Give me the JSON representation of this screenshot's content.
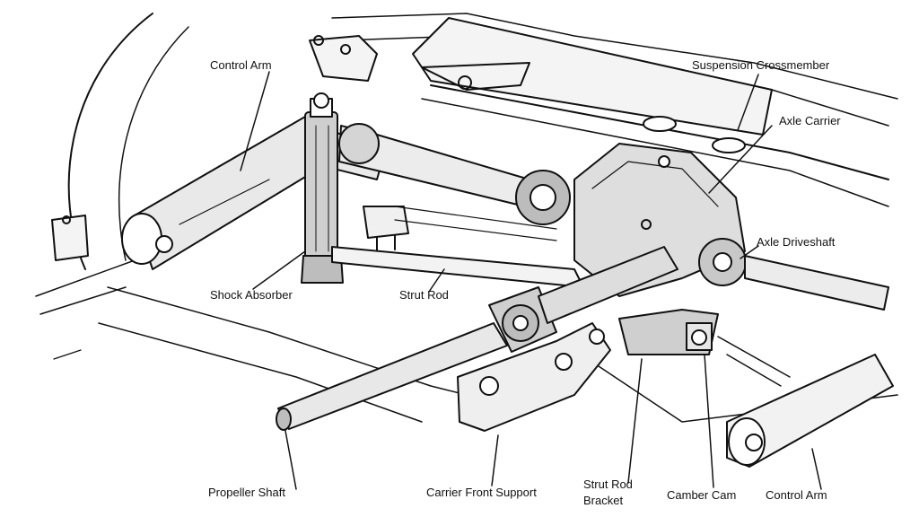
{
  "labels": {
    "control_arm_top": "Control Arm",
    "suspension_crossmember": "Suspension Crossmember",
    "axle_carrier": "Axle Carrier",
    "axle_driveshaft": "Axle Driveshaft",
    "shock_absorber": "Shock Absorber",
    "strut_rod": "Strut Rod",
    "propeller_shaft": "Propeller Shaft",
    "carrier_front_support": "Carrier Front Support",
    "strut_rod_bracket_line1": "Strut Rod",
    "strut_rod_bracket_line2": "Bracket",
    "camber_cam": "Camber Cam",
    "control_arm_bottom": "Control Arm"
  },
  "colors": {
    "ink": "#111111",
    "paper": "#ffffff",
    "shade": "#555555"
  }
}
